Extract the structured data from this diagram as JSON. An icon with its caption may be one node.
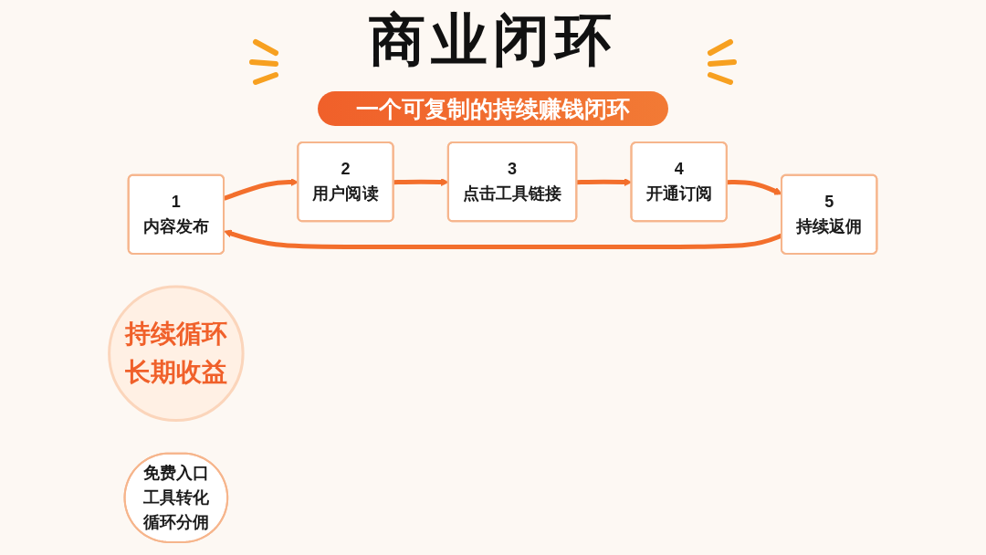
{
  "diagram": {
    "title": "商业闭环",
    "nodes": [
      {
        "text": [
          "1",
          "内容发布"
        ]
      },
      {
        "text": [
          "2",
          "用户阅读"
        ]
      },
      {
        "text": [
          "3",
          "点击工具链接"
        ]
      },
      {
        "text": [
          "4",
          "开通订阅"
        ]
      },
      {
        "text": [
          "5",
          "持续返佣"
        ]
      },
      {
        "text": [
          "持续循环长期收益"
        ]
      },
      {
        "text": [
          "免费入口",
          "工具转化",
          "循环分佣"
        ]
      }
    ],
    "edges": [
      {
        "from": 0,
        "to": 1,
        "arrow": "to"
      },
      {
        "from": 1,
        "to": 2,
        "arrow": "to"
      },
      {
        "from": 2,
        "to": 3,
        "arrow": "to"
      },
      {
        "from": 3,
        "to": 4,
        "arrow": "to"
      },
      {
        "from": 4,
        "to": 0,
        "arrow": "to"
      }
    ],
    "labels": [
      "一个可复制的持续赚钱闭环"
    ]
  }
}
